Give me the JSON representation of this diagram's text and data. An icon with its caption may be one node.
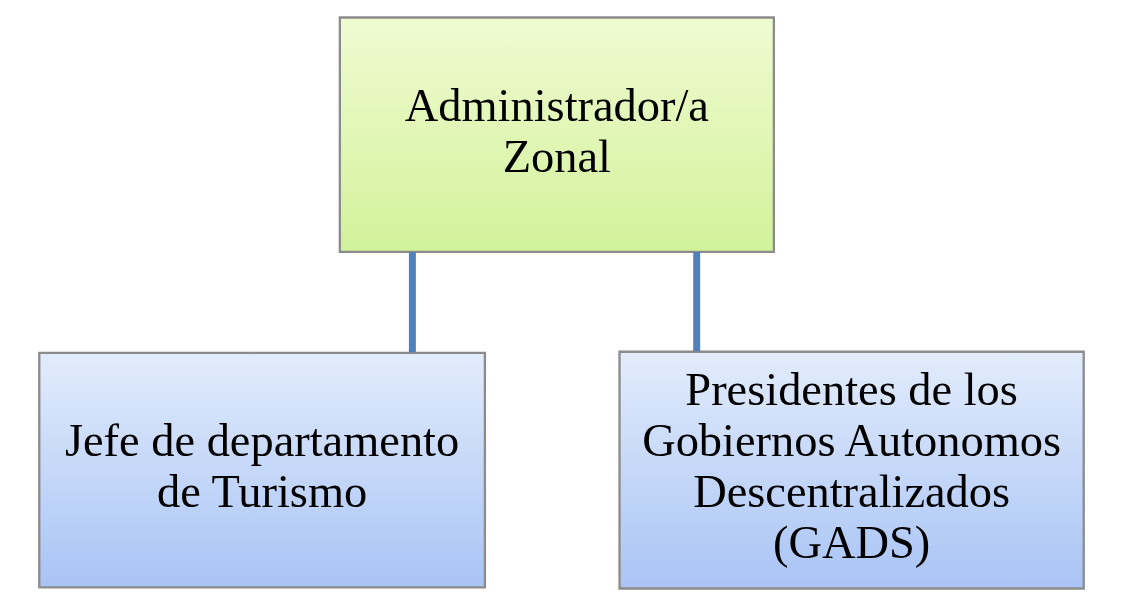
{
  "diagram": {
    "nodes": [
      {
        "text": [
          "Administrador/a Zonal"
        ]
      },
      {
        "text": [
          "Jefe de departamento de Turismo"
        ]
      },
      {
        "text": [
          "Presidentes de los Gobiernos Autonomos Descentralizados (GADS)"
        ]
      }
    ],
    "edges": [
      {
        "from": 0,
        "to": 1,
        "arrow": "none"
      },
      {
        "from": 0,
        "to": 2,
        "arrow": "none"
      }
    ]
  }
}
